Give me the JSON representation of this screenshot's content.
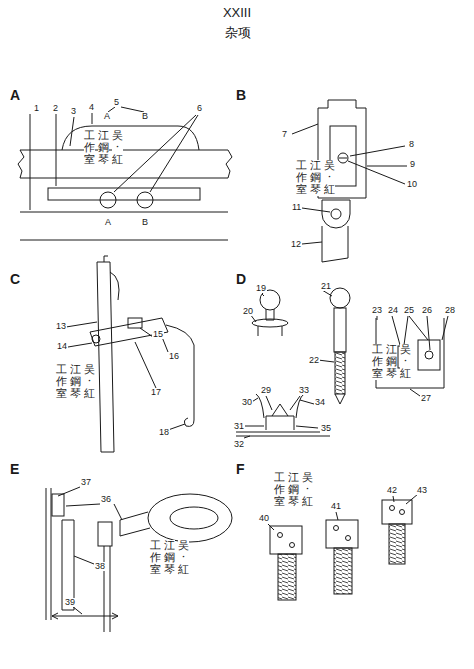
{
  "diagram": {
    "title": "XXIII",
    "labels": [
      "杂项",
      "A",
      "1",
      "2",
      "3",
      "4",
      "5",
      "A",
      "B",
      "6",
      "A",
      "B",
      "吴·紅",
      "江鋼琴",
      "工作室",
      "B",
      "7",
      "8",
      "9",
      "10",
      "11",
      "12",
      "吴·紅",
      "江鋼琴",
      "工作室",
      "C",
      "13",
      "14",
      "15",
      "16",
      "17",
      "18",
      "吴·紅",
      "江鋼琴",
      "工作室",
      "D",
      "19",
      "20",
      "21",
      "22",
      "23",
      "24",
      "25",
      "26",
      "28",
      "27",
      "29",
      "30",
      "31",
      "32",
      "33",
      "34",
      "35",
      "吴·紅",
      "江鋼琴",
      "工作室",
      "E",
      "37",
      "36",
      "38",
      "39",
      "吴·紅",
      "江鋼琴",
      "工作室",
      "F",
      "40",
      "41",
      "42",
      "43",
      "吴·紅",
      "江鋼琴",
      "工作室"
    ]
  }
}
